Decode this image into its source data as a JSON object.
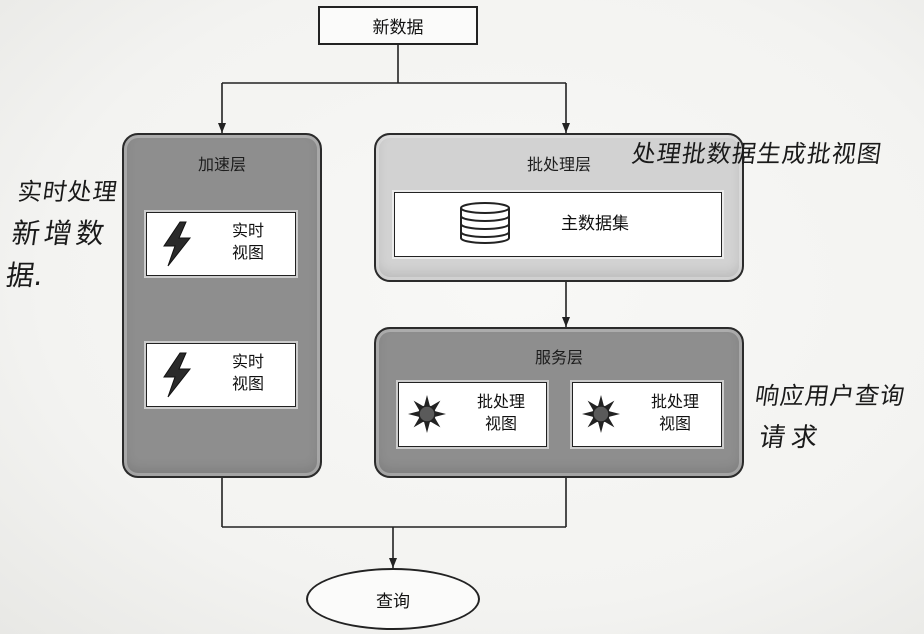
{
  "diagram": {
    "input": {
      "label": "新数据"
    },
    "speed_layer": {
      "title": "加速层",
      "views": [
        {
          "icon": "lightning-icon",
          "lines": [
            "实时",
            "视图"
          ]
        },
        {
          "icon": "lightning-icon",
          "lines": [
            "实时",
            "视图"
          ]
        }
      ]
    },
    "batch_layer": {
      "title": "批处理层",
      "dataset": {
        "icon": "database-icon",
        "label": "主数据集"
      }
    },
    "serving_layer": {
      "title": "服务层",
      "views": [
        {
          "icon": "sun-icon",
          "lines": [
            "批处理",
            "视图"
          ]
        },
        {
          "icon": "sun-icon",
          "lines": [
            "批处理",
            "视图"
          ]
        }
      ]
    },
    "query": {
      "label": "查询"
    }
  },
  "annotations": {
    "speed_note": [
      "实时处理",
      "新增数",
      "据."
    ],
    "batch_note": "处理批数据生成批视图",
    "serving_note": [
      "响应用户查询",
      "请求"
    ]
  },
  "colors": {
    "page_background": "#f3f3f1",
    "dark_layer_fill": "#8e8e8e",
    "light_layer_fill": "#d2d2d2",
    "box_fill": "#ffffff",
    "stroke": "#222222",
    "handwriting_ink": "#1a1a1a"
  }
}
